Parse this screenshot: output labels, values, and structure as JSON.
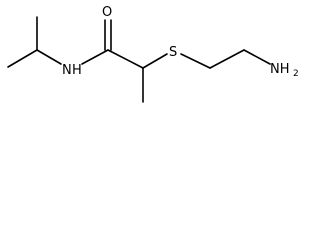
{
  "molecule": {
    "atoms": {
      "oxygen": "O",
      "nitrogen_amide": "N",
      "hydrogen_amide": "H",
      "sulfur": "S",
      "amine_nh": "NH",
      "amine_subscript": "2"
    },
    "colors": {
      "bond": "#000000",
      "text": "#000000",
      "background": "#ffffff"
    }
  }
}
